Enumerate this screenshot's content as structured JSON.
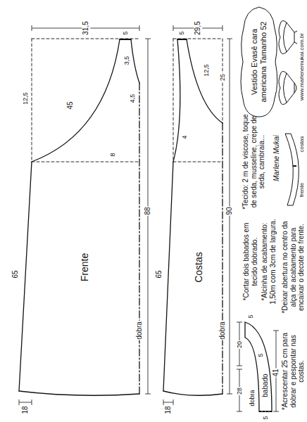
{
  "diagram": {
    "title": "Vestido Evasê cara americana Tamanho 52",
    "nodes": [
      {
        "text": [
          "Frente",
          "dobra"
        ]
      },
      {
        "text": [
          "Costas",
          "dobra"
        ]
      },
      {
        "text": [
          "babado",
          "dobra"
        ]
      }
    ],
    "labels": [
      "www.marlenemukai.com.br",
      "Marlene Mukai",
      "*Tecido: 2 m de viscose, toque de seda, musseline, crepe de seda, cambraia...",
      "costas",
      "frente",
      "*Deixar abertura no centro da alça de acabamento para encaixar o decote de frente.",
      "*Acrescentar 25 cm para dobrar e pespontar nas costas.",
      "*Cortar dois babados em tecido dobrado.",
      "*Alcinha de acabamento: 1,50m com 3cm de largura.",
      "31,5",
      "88",
      "65",
      "18",
      "45",
      "12,5",
      "5",
      "3,5",
      "4,5",
      "8",
      "29,5",
      "90",
      "65",
      "18",
      "25",
      "12,5",
      "4",
      "5",
      "41",
      "20",
      "28",
      "5",
      "5",
      "5"
    ]
  }
}
